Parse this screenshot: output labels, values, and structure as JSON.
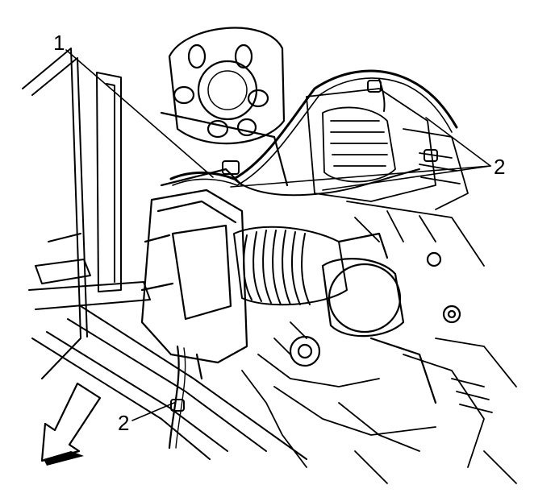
{
  "callouts": {
    "label_1": "1",
    "label_2_upper": "2",
    "label_2_lower": "2"
  },
  "colors": {
    "ink": "#000000",
    "paper": "#ffffff"
  },
  "icons": {
    "direction_arrow": "front-direction-arrow-icon"
  }
}
